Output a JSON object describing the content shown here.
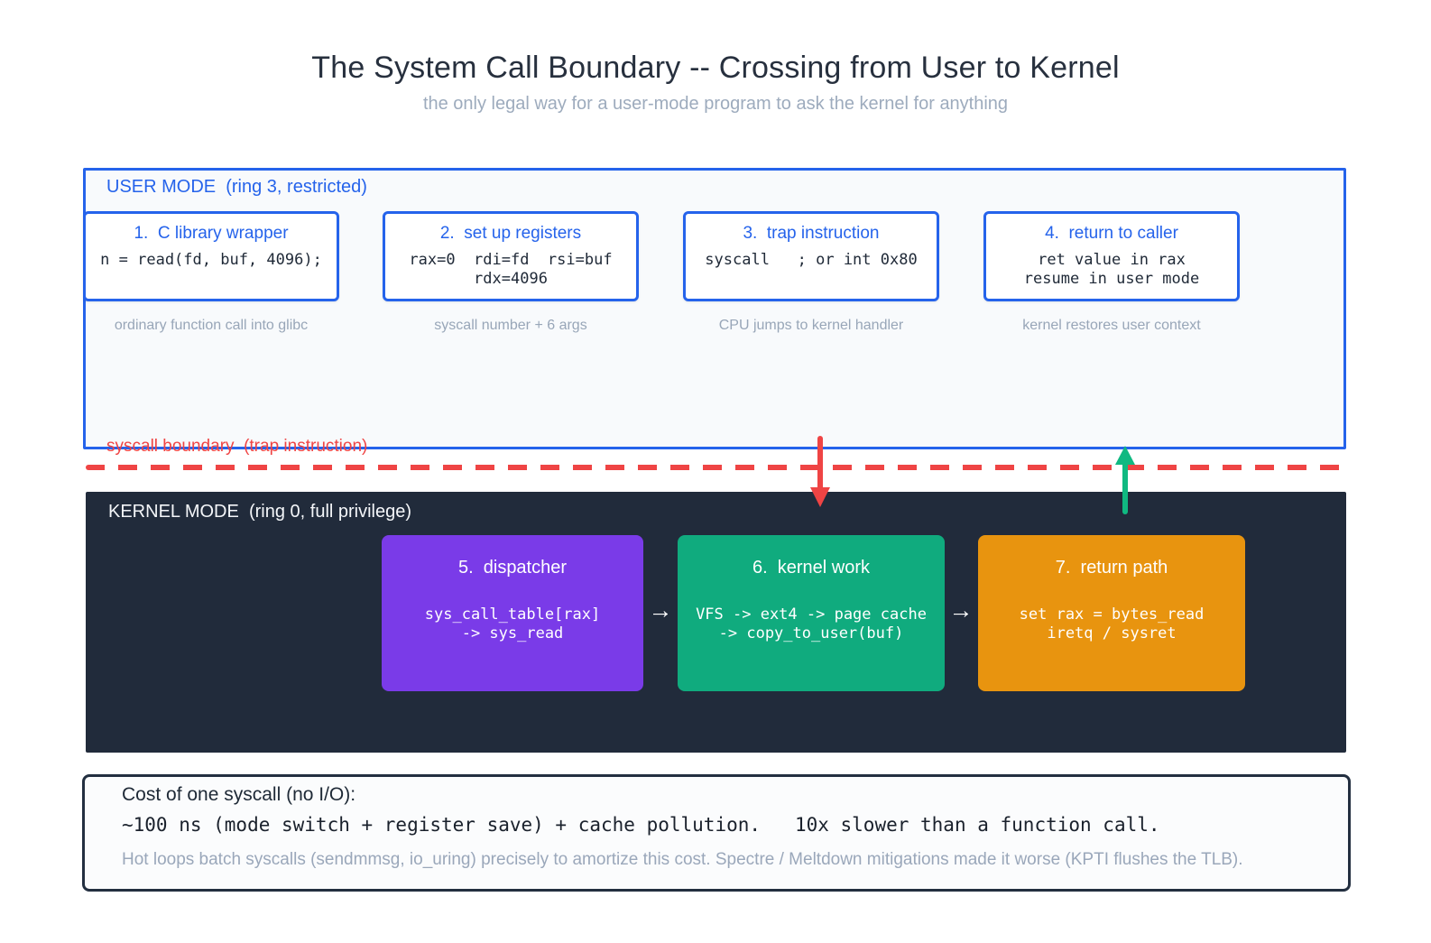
{
  "title": "The System Call Boundary -- Crossing from User to Kernel",
  "subtitle": "the only legal way for a user-mode program to ask the kernel for anything",
  "colors": {
    "blue": "#2563eb",
    "red": "#ef4444",
    "green": "#10b981",
    "purple": "#7a3be8",
    "kernel_green": "#10ab7e",
    "orange": "#e8940f",
    "dark_panel": "#212b3b"
  },
  "user_mode": {
    "label": "USER MODE  (ring 3, restricted)",
    "cards": [
      {
        "title": "1.  C library wrapper",
        "code": "n = read(fd, buf, 4096);",
        "caption": "ordinary function call into glibc"
      },
      {
        "title": "2.  set up registers",
        "code": "rax=0  rdi=fd  rsi=buf\nrdx=4096",
        "caption": "syscall number + 6 args"
      },
      {
        "title": "3.  trap instruction",
        "code": "syscall   ; or int 0x80",
        "caption": "CPU jumps to kernel handler"
      },
      {
        "title": "4.  return to caller",
        "code": "ret value in rax\nresume in user mode",
        "caption": "kernel restores user context"
      }
    ]
  },
  "boundary": {
    "label": "syscall boundary  (trap instruction)"
  },
  "kernel_mode": {
    "label": "KERNEL MODE  (ring 0, full privilege)",
    "arrow_glyph": "→",
    "cards": [
      {
        "title": "5.  dispatcher",
        "code": "sys_call_table[rax]\n-> sys_read"
      },
      {
        "title": "6.  kernel work",
        "code": "VFS -> ext4 -> page cache\n-> copy_to_user(buf)"
      },
      {
        "title": "7.  return path",
        "code": "set rax = bytes_read\niretq / sysret"
      }
    ]
  },
  "cost": {
    "line1": "Cost of one syscall (no I/O):",
    "line2": "~100 ns (mode switch + register save) + cache pollution.   10x slower than a function call.",
    "line3": "Hot loops batch syscalls (sendmmsg, io_uring) precisely to amortize this cost. Spectre / Meltdown mitigations made it worse (KPTI flushes the TLB)."
  }
}
